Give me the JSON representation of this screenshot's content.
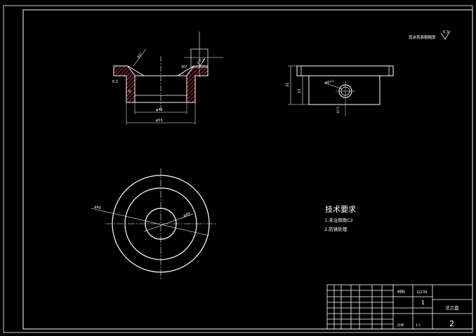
{
  "surface_note": "其余表面粗糙度",
  "surface_roughness": "6.3",
  "tech_requirements": {
    "title": "技术要求",
    "item1": "1.未注倒角C2",
    "item2": "2.防锈处理"
  },
  "dimensions": {
    "front_chamfer": "45°",
    "front_ra_left": "6.3",
    "front_angle": "30°",
    "front_ra_right": "6.3",
    "front_bore": "φ42",
    "front_outer": "φ55",
    "front_height": "8",
    "side_height_outer": "31",
    "side_height_inner": "23",
    "side_hole": "M8×1",
    "side_pos": "10.5",
    "top_dia_large": "φ90",
    "top_dia_small": "φ48"
  },
  "title_block": {
    "material_label": "材料",
    "material_value": "Q235",
    "qty_value": "1",
    "part_name": "法兰盘",
    "sheet_no": "2",
    "scale_label": "比例",
    "scale_value": "1:1"
  },
  "colors": {
    "background": "#000000",
    "line": "#ffffff",
    "hatch": "#ff3b3b"
  }
}
